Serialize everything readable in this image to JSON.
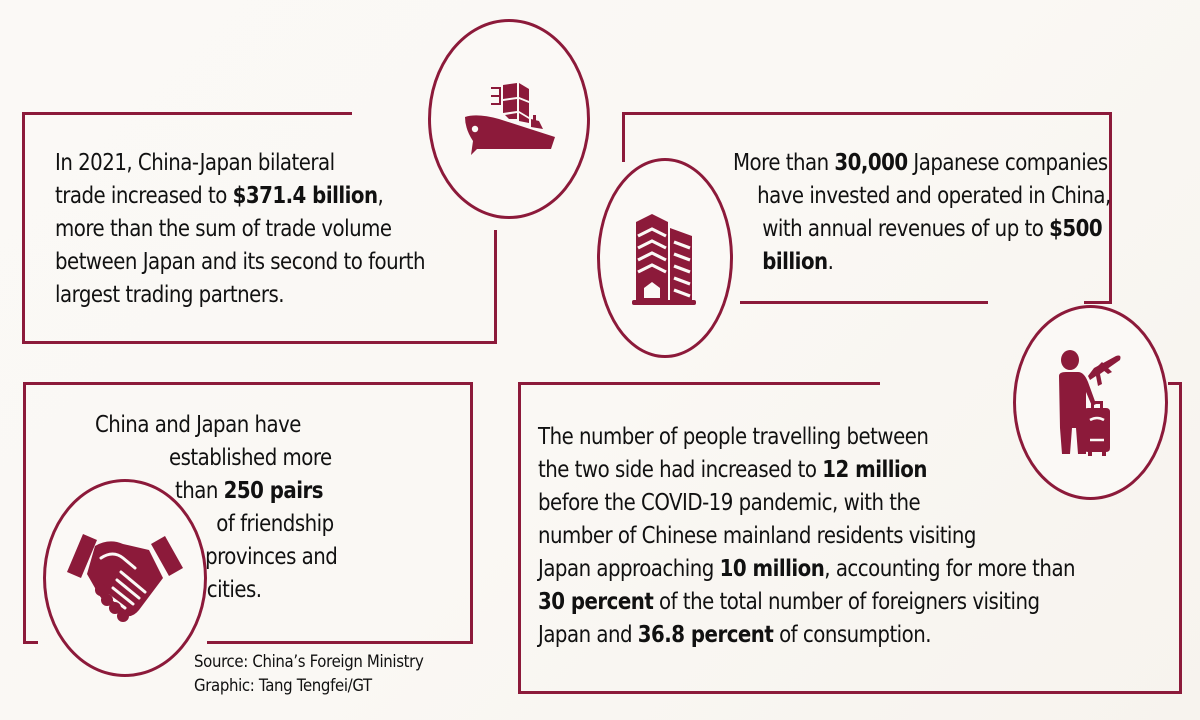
{
  "theme": {
    "accent": "#8c1a3a",
    "background": "#fbf9f6",
    "text": "#111111"
  },
  "panels": [
    {
      "id": "trade",
      "icon": "cargo-ship-icon",
      "lines": [
        {
          "parts": [
            {
              "t": "In 2021, China-Japan bilateral",
              "b": false
            }
          ]
        },
        {
          "parts": [
            {
              "t": "trade increased to ",
              "b": false
            },
            {
              "t": "$371.4 billion",
              "b": true
            },
            {
              "t": ",",
              "b": false
            }
          ]
        },
        {
          "parts": [
            {
              "t": "more than the sum of trade volume",
              "b": false
            }
          ]
        },
        {
          "parts": [
            {
              "t": "between Japan and its second to fourth",
              "b": false
            }
          ]
        },
        {
          "parts": [
            {
              "t": "largest trading partners.",
              "b": false
            }
          ]
        }
      ]
    },
    {
      "id": "companies",
      "icon": "office-building-icon",
      "lines": [
        {
          "parts": [
            {
              "t": "More than ",
              "b": false
            },
            {
              "t": "30,000",
              "b": true
            },
            {
              "t": " Japanese companies",
              "b": false
            }
          ]
        },
        {
          "parts": [
            {
              "t": "have invested and operated in China,",
              "b": false
            }
          ]
        },
        {
          "parts": [
            {
              "t": "with annual revenues of up to ",
              "b": false
            },
            {
              "t": "$500",
              "b": true
            }
          ]
        },
        {
          "parts": [
            {
              "t": "billion",
              "b": true
            },
            {
              "t": ".",
              "b": false
            }
          ]
        }
      ]
    },
    {
      "id": "friendship",
      "icon": "handshake-icon",
      "lines": [
        {
          "parts": [
            {
              "t": "China and Japan have",
              "b": false
            }
          ]
        },
        {
          "parts": [
            {
              "t": "established more",
              "b": false
            }
          ]
        },
        {
          "parts": [
            {
              "t": "than ",
              "b": false
            },
            {
              "t": "250 pairs",
              "b": true
            }
          ]
        },
        {
          "parts": [
            {
              "t": "of friendship",
              "b": false
            }
          ]
        },
        {
          "parts": [
            {
              "t": "provinces and",
              "b": false
            }
          ]
        },
        {
          "parts": [
            {
              "t": "cities.",
              "b": false
            }
          ]
        }
      ]
    },
    {
      "id": "travel",
      "icon": "traveller-luggage-plane-icon",
      "lines": [
        {
          "parts": [
            {
              "t": "The number of people travelling between",
              "b": false
            }
          ]
        },
        {
          "parts": [
            {
              "t": "the two side had increased to ",
              "b": false
            },
            {
              "t": "12 million",
              "b": true
            }
          ]
        },
        {
          "parts": [
            {
              "t": "before the COVID-19 pandemic, with the",
              "b": false
            }
          ]
        },
        {
          "parts": [
            {
              "t": "number of Chinese mainland residents visiting",
              "b": false
            }
          ]
        },
        {
          "parts": [
            {
              "t": "Japan approaching ",
              "b": false
            },
            {
              "t": "10 million",
              "b": true
            },
            {
              "t": ", accounting for more than",
              "b": false
            }
          ]
        },
        {
          "parts": [
            {
              "t": "30 percent",
              "b": true
            },
            {
              "t": " of the total number of foreigners visiting",
              "b": false
            }
          ]
        },
        {
          "parts": [
            {
              "t": "Japan and ",
              "b": false
            },
            {
              "t": "36.8 percent",
              "b": true
            },
            {
              "t": " of consumption.",
              "b": false
            }
          ]
        }
      ]
    }
  ],
  "credits": {
    "source": "Source: China’s Foreign Ministry",
    "graphic": "Graphic: Tang Tengfei/GT"
  }
}
